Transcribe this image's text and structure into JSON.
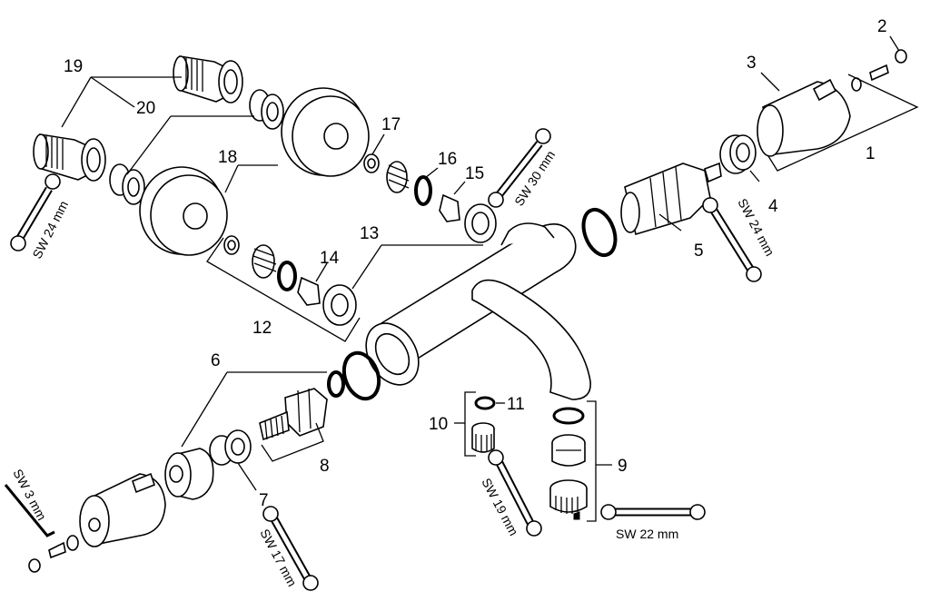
{
  "callouts": {
    "c1": "1",
    "c2": "2",
    "c3": "3",
    "c4": "4",
    "c5": "5",
    "c6": "6",
    "c7": "7",
    "c8": "8",
    "c9": "9",
    "c10": "10",
    "c11": "11",
    "c12": "12",
    "c13": "13",
    "c14": "14",
    "c15": "15",
    "c16": "16",
    "c17": "17",
    "c18": "18",
    "c19": "19",
    "c20": "20"
  },
  "tools": {
    "sw24_left": "SW 24 mm",
    "sw30": "SW 30 mm",
    "sw24_right": "SW 24 mm",
    "sw3": "SW 3 mm",
    "sw17": "SW 17 mm",
    "sw19": "SW 19 mm",
    "sw22": "SW 22 mm"
  }
}
